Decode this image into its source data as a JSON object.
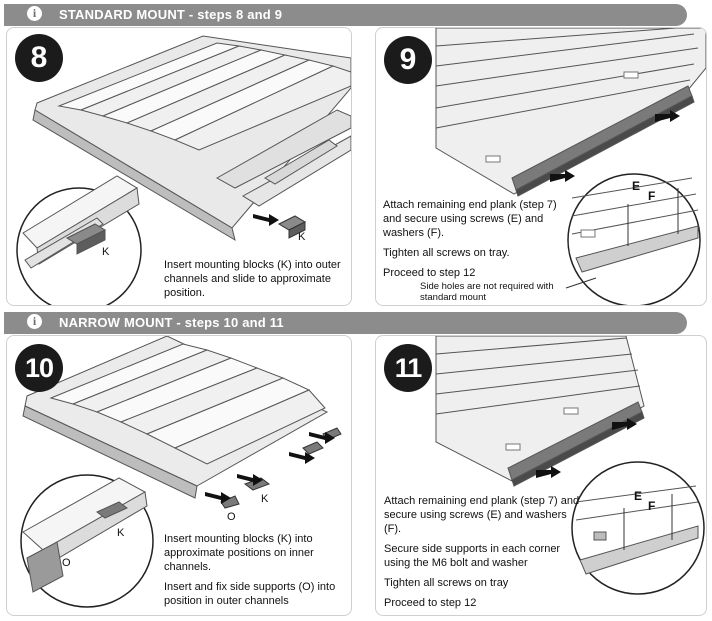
{
  "banners": {
    "standard": {
      "icon": "info-icon",
      "title": "STANDARD MOUNT - steps 8 and 9"
    },
    "narrow": {
      "icon": "info-icon",
      "title": "NARROW MOUNT - steps 10 and 11"
    }
  },
  "steps": {
    "s8": {
      "number": "8",
      "text": [
        "Insert mounting blocks (K) into outer channels and slide to approximate position."
      ],
      "labels": [
        "K",
        "K"
      ]
    },
    "s9": {
      "number": "9",
      "text": [
        "Attach remaining end plank (step 7) and secure using screws (E) and washers (F).",
        "Tighten all screws on tray.",
        "Proceed to step 12"
      ],
      "note": "Side holes are not required with standard mount",
      "labels": [
        "E",
        "F"
      ]
    },
    "s10": {
      "number": "10",
      "text": [
        "Insert mounting blocks (K) into approximate positions on inner channels.",
        "Insert and fix side supports (O) into position in outer channels"
      ],
      "labels": [
        "K",
        "O",
        "K",
        "O"
      ]
    },
    "s11": {
      "number": "11",
      "text": [
        "Attach remaining end plank (step 7) and secure using screws (E) and washers (F).",
        "Secure side supports in each corner using the M6 bolt and washer",
        "Tighten all screws on tray",
        "Proceed to step 12"
      ],
      "labels": [
        "E",
        "F"
      ]
    }
  },
  "colors": {
    "banner": "#8c8c8c",
    "step_badge": "#1b1b1b",
    "panel_border": "#cfcfcf"
  }
}
